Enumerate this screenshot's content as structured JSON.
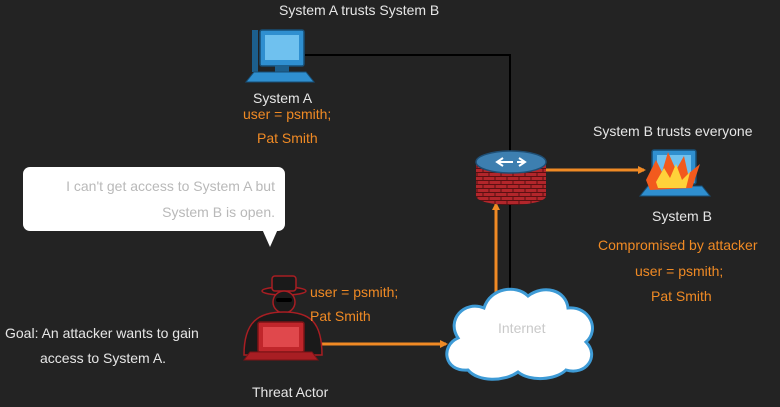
{
  "labels": {
    "top_caption": "System A trusts System B",
    "system_a_name": "System A",
    "system_a_user": "user = psmith;",
    "system_a_person": "Pat Smith",
    "system_b_caption": "System B trusts everyone",
    "system_b_name": "System B",
    "system_b_compromised": "Compromised by attacker",
    "system_b_user": "user = psmith;",
    "system_b_person": "Pat Smith",
    "bubble_line1": "I can't get access to System A but",
    "bubble_line2": "System B is open.",
    "actor_user": "user = psmith;",
    "actor_person": "Pat Smith",
    "goal_line1": "Goal: An attacker wants to gain",
    "goal_line2": "access to System A.",
    "internet": "Internet",
    "threat_actor": "Threat Actor"
  },
  "colors": {
    "background": "#232323",
    "accent_orange": "#f08a24",
    "link_black": "#000000",
    "router_red": "#b2262b",
    "pc_blue": "#2f8fd0",
    "attacker_red": "#a81e23"
  },
  "icons": {
    "system_a": "computer-icon",
    "system_b": "compromised-computer-icon",
    "router": "firewall-router-icon",
    "internet": "cloud-icon",
    "threat_actor": "hacker-icon"
  }
}
